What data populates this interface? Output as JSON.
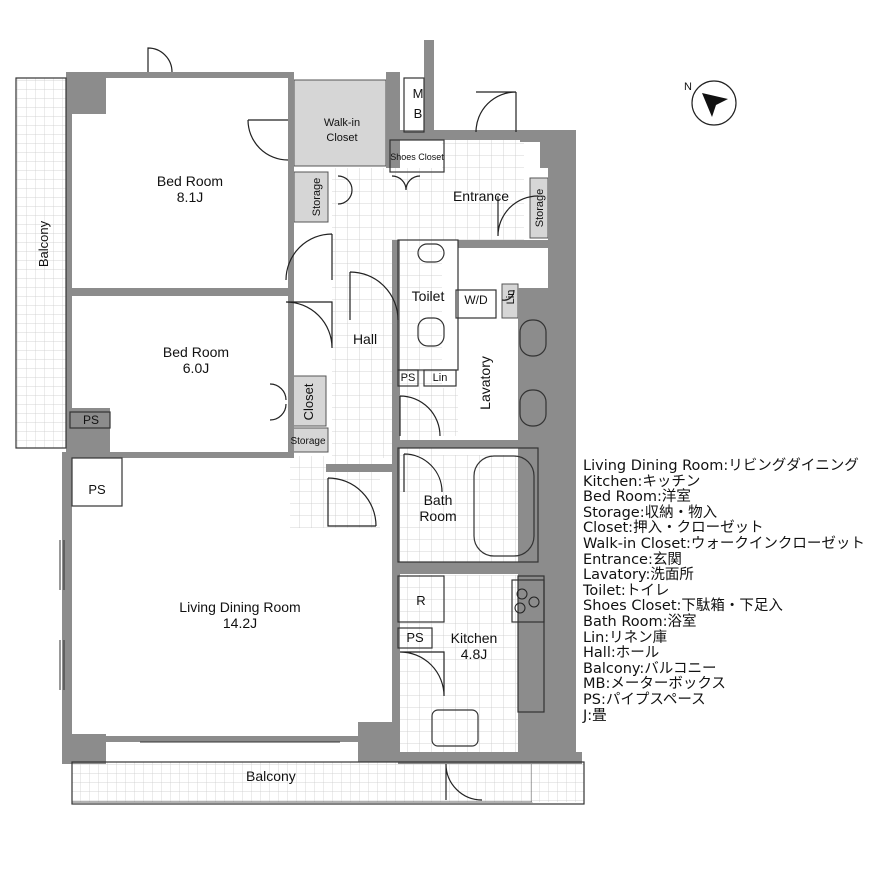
{
  "rooms": {
    "bed1": {
      "name": "Bed Room",
      "size": "8.1J"
    },
    "bed2": {
      "name": "Bed Room",
      "size": "6.0J"
    },
    "ldr": {
      "name": "Living Dining Room",
      "size": "14.2J"
    },
    "kitchen": {
      "name": "Kitchen",
      "size": "4.8J"
    },
    "bath": {
      "line1": "Bath",
      "line2": "Room"
    },
    "walkin": {
      "line1": "Walk-in",
      "line2": "Closet"
    },
    "entrance": "Entrance",
    "hall": "Hall",
    "toilet": "Toilet",
    "lavatory": "Lavatory",
    "wd": "W/D",
    "lin": "Lin",
    "shoes_closet": "Shoes Closet",
    "storage": "Storage",
    "closet": "Closet",
    "balcony": "Balcony",
    "ps": "PS",
    "mb": "M\nB",
    "fridge": "R"
  },
  "legend": [
    "Living Dining Room:リビングダイニング",
    "Kitchen:キッチン",
    "Bed Room:洋室",
    "Storage:収納・物入",
    "Closet:押入・クローゼット",
    "Walk-in Closet:ウォークインクローゼット",
    "Entrance:玄関",
    "Lavatory:洗面所",
    "Toilet:トイレ",
    "Shoes Closet:下駄箱・下足入",
    "Bath Room:浴室",
    "Lin:リネン庫",
    "Hall:ホール",
    "Balcony:バルコニー",
    "MB:メーターボックス",
    "PS:パイプスペース",
    "J:畳"
  ],
  "compass_label": "N",
  "colors": {
    "wall": "#8c8c8c",
    "storage_fill": "#d6d6d6",
    "tile": "#c8c8c8",
    "line": "#222222"
  }
}
